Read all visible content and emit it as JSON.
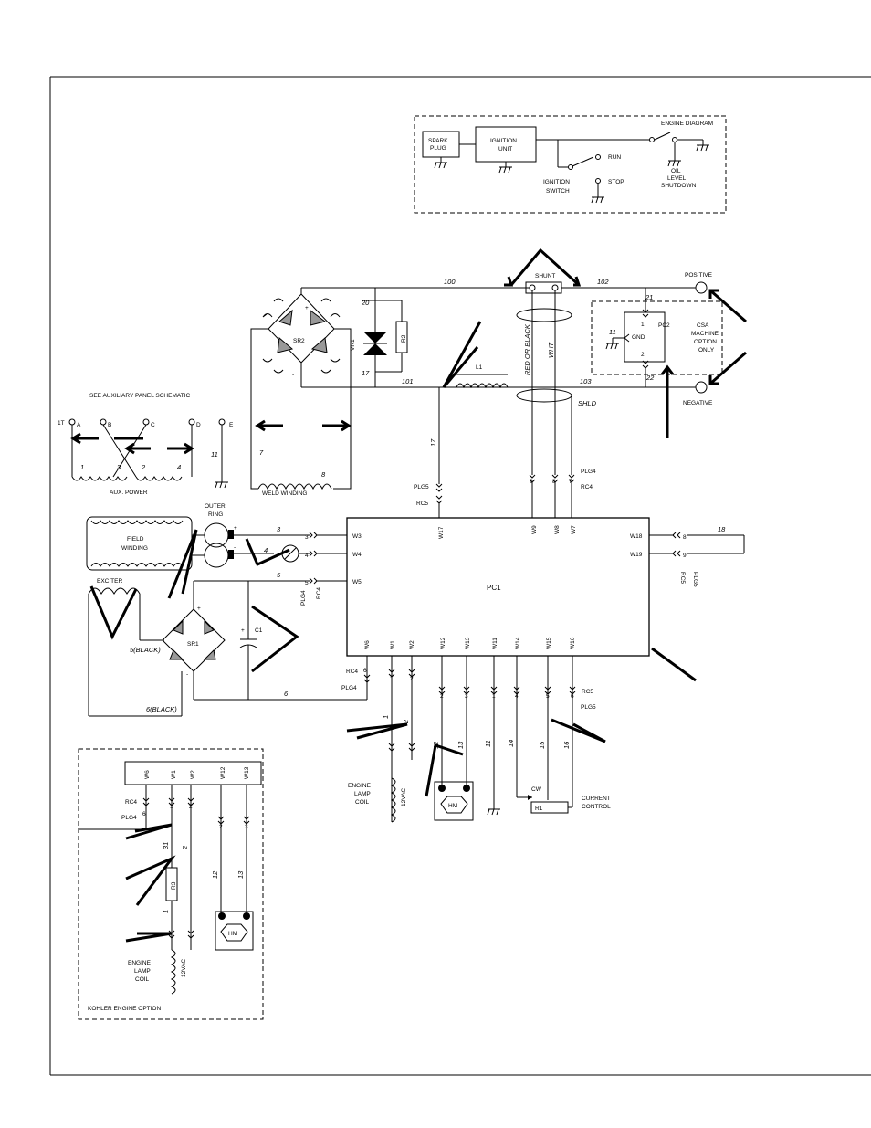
{
  "engine_diagram": {
    "title": "ENGINE DIAGRAM",
    "spark_plug_1": "SPARK",
    "spark_plug_2": "PLUG",
    "ignition_unit_1": "IGNITION",
    "ignition_unit_2": "UNIT",
    "run": "RUN",
    "stop": "STOP",
    "ignition_switch_1": "IGNITION",
    "ignition_switch_2": "SWITCH",
    "oil_1": "OIL",
    "oil_2": "LEVEL",
    "oil_3": "SHUTDOWN"
  },
  "main": {
    "shunt": "SHUNT",
    "positive": "POSITIVE",
    "negative": "NEGATIVE",
    "pc2": "PC2",
    "gnd": "GND",
    "csa_1": "CSA",
    "csa_2": "MACHINE",
    "csa_3": "OPTION",
    "csa_4": "ONLY",
    "sr2": "SR2",
    "vr1": "VR1",
    "r2": "R2",
    "l1": "L1",
    "red_or_black": "RED OR BLACK",
    "wht": "WHT",
    "shld": "SHLD",
    "see_aux": "SEE AUXILIARY PANEL SCHEMATIC",
    "aux_power": "AUX. POWER",
    "weld_winding": "WELD WINDING",
    "outer_ring_1": "OUTER",
    "outer_ring_2": "RING",
    "field_winding_1": "FIELD",
    "field_winding_2": "WINDING",
    "exciter": "EXCITER",
    "sr1": "SR1",
    "c1": "C1",
    "five_black": "5(BLACK)",
    "six_black": "6(BLACK)",
    "pc1": "PC1",
    "engine_lamp_coil_1": "ENGINE",
    "engine_lamp_coil_2": "LAMP",
    "engine_lamp_coil_3": "COIL",
    "vac": "12VAC",
    "hm": "HM",
    "cw": "CW",
    "r1": "R1",
    "current_control_1": "CURRENT",
    "current_control_2": "CONTROL",
    "plg4": "PLG4",
    "plg5": "PLG5",
    "rc4": "RC4",
    "rc5": "RC5"
  },
  "kohler": {
    "title": "KOHLER ENGINE OPTION",
    "r3": "R3",
    "engine_1": "ENGINE",
    "engine_2": "LAMP",
    "engine_3": "COIL",
    "vac": "12VAC",
    "hm": "HM",
    "rc4": "RC4",
    "plg4": "PLG4"
  }
}
